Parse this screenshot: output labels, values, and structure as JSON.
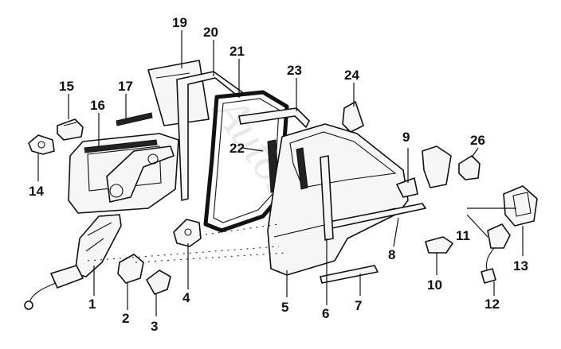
{
  "labels": {
    "l1": "1",
    "l2": "2",
    "l3": "3",
    "l4": "4",
    "l5": "5",
    "l6": "6",
    "l7": "7",
    "l8": "8",
    "l9": "9",
    "l10": "10",
    "l11": "11",
    "l12": "12",
    "l13": "13",
    "l14": "14",
    "l15": "15",
    "l16": "16",
    "l17": "17",
    "l19": "19",
    "l20": "20",
    "l21": "21",
    "l22": "22",
    "l23": "23",
    "l24": "24",
    "l26": "26"
  },
  "watermark": "AutoSoft"
}
